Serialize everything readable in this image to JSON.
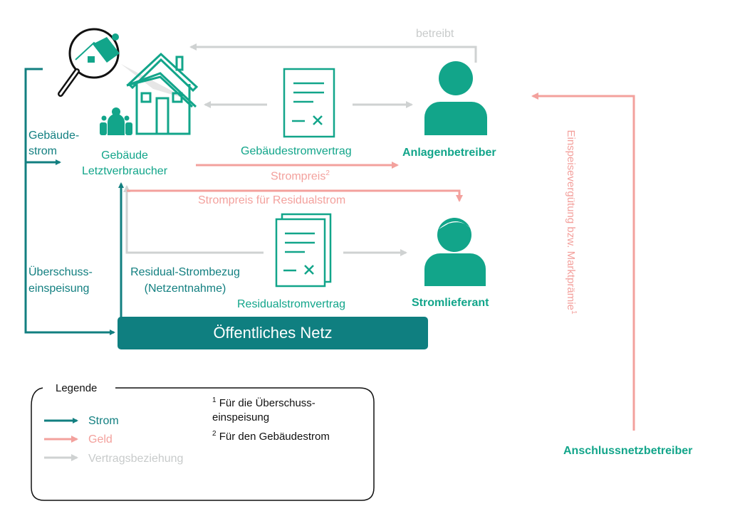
{
  "colors": {
    "strom": "#127f80",
    "geld": "#f3a19d",
    "vertrag": "#cfd2d2",
    "label": "#12a58a"
  },
  "labels": {
    "betreibt": "betreibt",
    "gebaeudestrom": "Gebäude-\nstrom",
    "gebaeude_1": "Gebäude",
    "gebaeude_2": "Letztverbraucher",
    "gebaeudestromvertrag": "Gebäudestromvertrag",
    "anlagenbetreiber": "Anlagenbetreiber",
    "strompreis": "Strompreis",
    "strompreis_sup": "2",
    "strompreis_residual": "Strompreis für Residualstrom",
    "ueberschuss_1": "Überschuss-",
    "ueberschuss_2": "einspeisung",
    "residual_bezug_1": "Residual-Strombezug",
    "residual_bezug_2": "(Netzentnahme)",
    "residualstromvertrag": "Residualstromvertrag",
    "stromlieferant": "Stromlieferant",
    "netz": "Öffentliches Netz",
    "einspeiseverguetung": "Einspeisevergütung bzw. Marktprämie",
    "einspeiseverguetung_sup": "1",
    "anschlussnetzbetreiber": "Anschlussnetzbetreiber"
  },
  "legend": {
    "title": "Legende",
    "items": [
      {
        "label": "Strom"
      },
      {
        "label": "Geld"
      },
      {
        "label": "Vertragsbeziehung"
      }
    ],
    "notes": [
      {
        "num": "1",
        "text_1": "Für die Überschuss-",
        "text_2": "einspeisung"
      },
      {
        "num": "2",
        "text_1": "Für den Gebäudestrom"
      }
    ]
  }
}
